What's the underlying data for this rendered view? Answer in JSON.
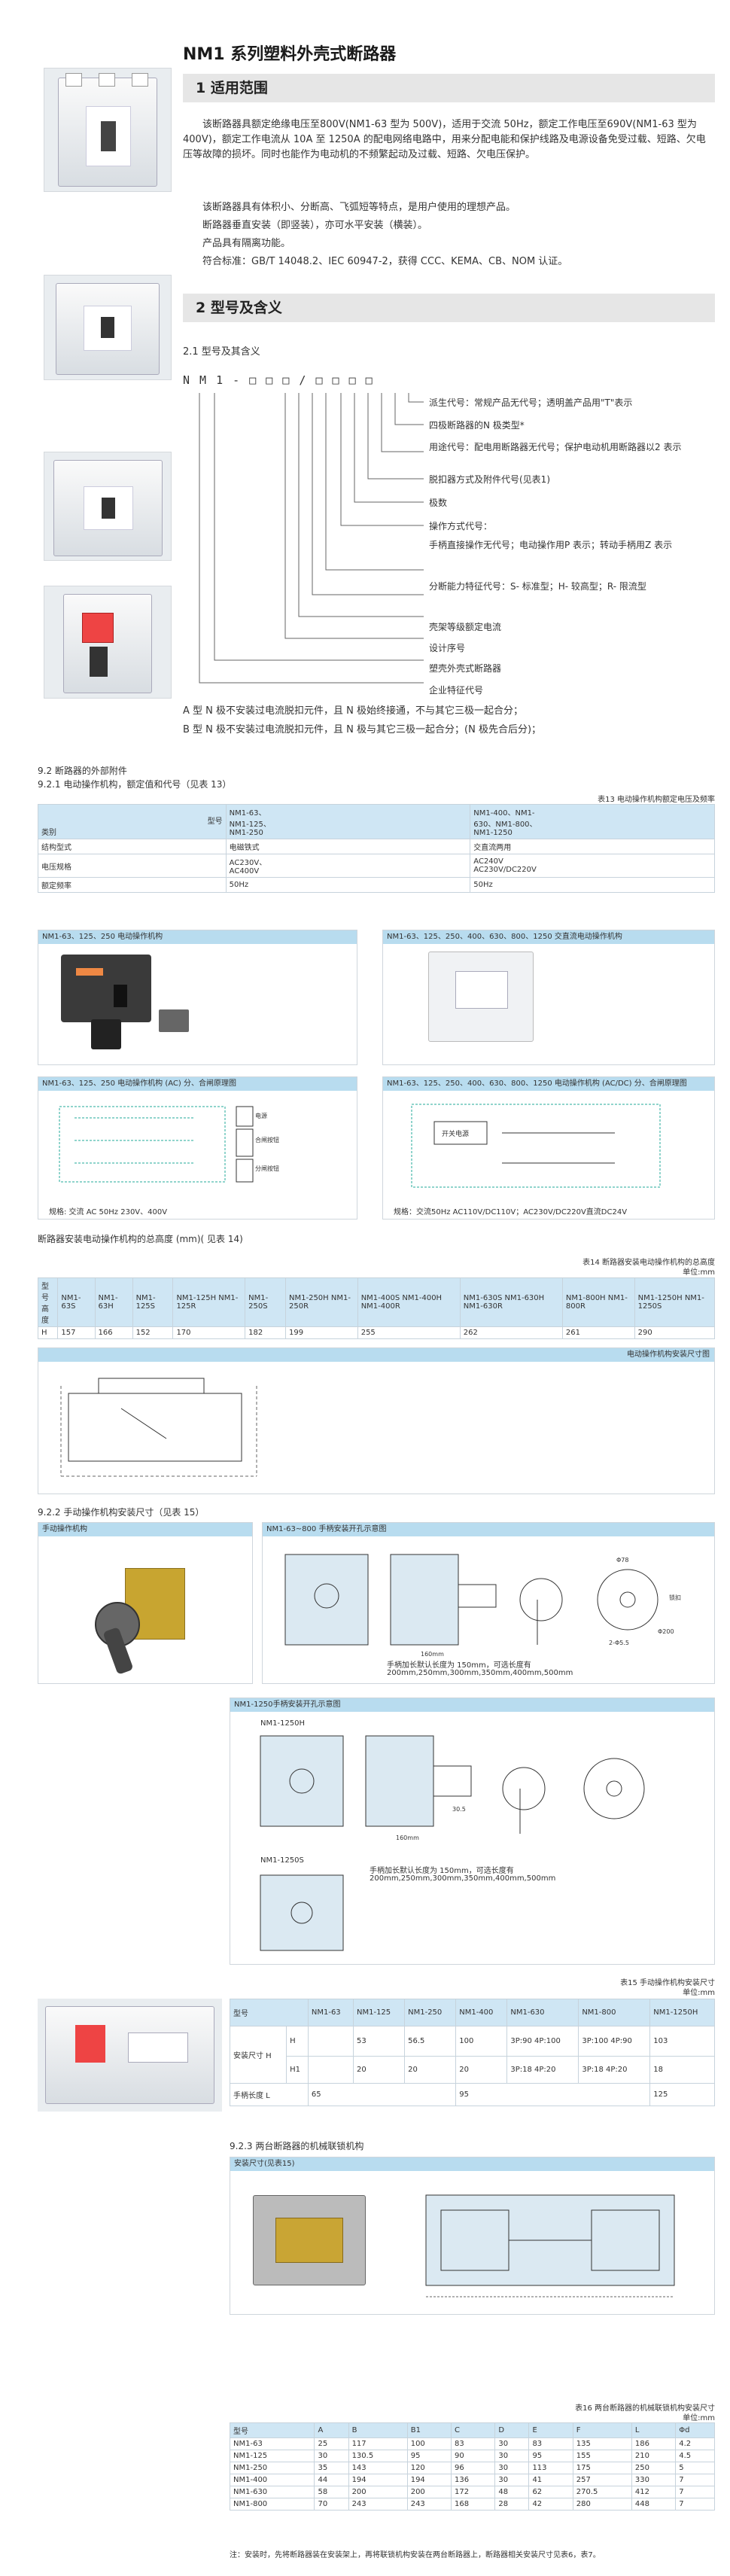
{
  "title": "NM1 系列塑料外壳式断路器",
  "sec1": {
    "heading": "1 适用范围",
    "p1": "该断路器具额定绝缘电压至800V(NM1-63 型为 500V)，适用于交流 50Hz，额定工作电压至690V(NM1-63 型为 400V)，额定工作电流从 10A 至 1250A 的配电网络电路中，用来分配电能和保护线路及电源设备免受过载、短路、欠电压等故障的损坏。同时也能作为电动机的不频繁起动及过载、短路、欠电压保护。",
    "p2": "该断路器具有体积小、分断高、飞弧短等特点，是用户使用的理想产品。",
    "p3": "断路器垂直安装（即竖装），亦可水平安装（横装）。",
    "p4": "产品具有隔离功能。",
    "p5": "符合标准：GB/T 14048.2、IEC 60947-2，获得 CCC、KEMA、CB、NOM 认证。"
  },
  "sec2": {
    "heading": "2 型号及含义",
    "sub": "2.1 型号及其含义",
    "code": "N M 1 - □ □ □ / □ □ □ □",
    "labels": [
      "派生代号：常规产品无代号；透明盖产品用\"T\"表示",
      "四极断路器的N 极类型*",
      "用途代号：配电用断路器无代号；保护电动机用断路器以2 表示",
      "脱扣器方式及附件代号(见表1)",
      "极数",
      "操作方式代号：",
      "手柄直接操作无代号；电动操作用P 表示；转动手柄用Z 表示",
      "分断能力特征代号：S- 标准型；H- 较高型；R- 限流型",
      "壳架等级额定电流",
      "设计序号",
      "塑壳外壳式断路器",
      "企业特征代号"
    ],
    "noteA": "A 型 N 极不安装过电流脱扣元件，且 N 极始终接通，不与其它三极一起合分；",
    "noteB": "B 型 N 极不安装过电流脱扣元件，且 N 极与其它三极一起合分；(N 极先合后分)；"
  },
  "sec92": {
    "title": "9.2 断路器的外部附件",
    "sub921": "9.2.1 电动操作机构，额定值和代号（见表 13）",
    "t13_caption": "表13 电动操作机构额定电压及频率",
    "t13_head": [
      "型号",
      "NM1-63、NM1-125、NM1-250",
      "NM1-400、NM1-630、NM1-800、NM1-1250"
    ],
    "t13_corner": "类别",
    "t13_rows": [
      [
        "结构型式",
        "电磁铁式",
        "交直流两用"
      ],
      [
        "电压规格",
        "AC230V、AC400V",
        "AC240V、AC230V/DC220V"
      ],
      [
        "额定频率",
        "50Hz",
        "50Hz"
      ]
    ],
    "t13_n1": "NM1-63、",
    "t13_n2": "NM1-125、",
    "t13_n3": "NM1-250",
    "t13_m1": "NM1-400、NM1-",
    "t13_m2": "630、NM1-800、",
    "t13_m3": "NM1-1250",
    "t13_v1a": "AC230V、",
    "t13_v1b": "AC400V",
    "t13_v2a": "AC240V",
    "t13_v2b": "AC230V/DC220V",
    "panel_a_title": "NM1-63、125、250 电动操作机构",
    "panel_b_title": "NM1-63、125、250、400、630、800、1250 交直流电动操作机构",
    "panel_c_title": "NM1-63、125、250 电动操作机构 (AC) 分、合闸原理图",
    "panel_d_title": "NM1-63、125、250、400、630、800、1250 电动操作机构 (AC/DC) 分、合闸原理图",
    "panel_c_spec": "规格: 交流 AC 50Hz 230V、400V",
    "panel_d_spec": "规格：交流50Hz AC110V/DC110V；AC230V/DC220V直流DC24V",
    "diagC_labels": [
      "电源",
      "合闸按钮",
      "分闸按钮"
    ],
    "diagD_labels": [
      "开关电源"
    ],
    "t14_title": "断路器安装电动操作机构的总高度 (mm)( 见表 14)",
    "t14_caption": "表14 断路器安装电动操作机构的总高度",
    "t14_unit": "单位:mm",
    "t14_head": [
      "型号\n高度",
      "NM1-63S",
      "NM1-63H",
      "NM1-125S",
      "NM1-125H NM1-125R",
      "NM1-250S",
      "NM1-250H NM1-250R",
      "NM1-400S NM1-400H NM1-400R",
      "NM1-630S NM1-630H NM1-630R",
      "NM1-800H NM1-800R",
      "NM1-1250H NM1-1250S"
    ],
    "t14_row": [
      "H",
      "157",
      "166",
      "152",
      "170",
      "182",
      "199",
      "255",
      "262",
      "261",
      "290"
    ],
    "mount_bar": "电动操作机构安装尺寸图",
    "sub922": "9.2.2 手动操作机构安装尺寸（见表 15）",
    "manual_bar": "手动操作机构",
    "dim_bar1": "NM1-63~800 手柄安装开孔示意图",
    "dim_note1a": "手柄加长默认长度为 150mm，可选长度有",
    "dim_note1b": "200mm,250mm,300mm,350mm,400mm,500mm",
    "dim_bar2": "NM1-1250手柄安装开孔示意图",
    "dim_label_1250h": "NM1-1250H",
    "dim_label_1250s": "NM1-1250S",
    "dim_note2a": "手柄加长默认长度为 150mm，可选长度有",
    "dim_note2b": "200mm,250mm,300mm,350mm,400mm,500mm",
    "dim_texts": [
      "160mm",
      "Φ78",
      "2-Φ5.5",
      "Φ200",
      "锁扣",
      "30.5"
    ],
    "t15_caption": "表15 手动操作机构安装尺寸",
    "t15_unit": "单位:mm",
    "t15_head": [
      "型号",
      "NM1-63",
      "NM1-125",
      "NM1-250",
      "NM1-400",
      "NM1-630",
      "NM1-800",
      "NM1-1250H"
    ],
    "t15_rows": [
      [
        "安装尺寸 H",
        "H",
        "",
        "53",
        "56.5",
        "100",
        "3P:90 4P:100",
        "3P:100 4P:90",
        "103"
      ],
      [
        "",
        "H1",
        "",
        "20",
        "20",
        "20",
        "3P:18 4P:20",
        "3P:18 4P:20",
        "18"
      ],
      [
        "手柄长度 L",
        "",
        "65",
        "",
        "",
        "95",
        "",
        "",
        "125"
      ]
    ],
    "sub923": "9.2.3 两台断路器的机械联锁机构",
    "interlock_bar": "安装尺寸(见表15)",
    "t16_caption": "表16 两台断路器的机械联锁机构安装尺寸",
    "t16_unit": "单位:mm",
    "t16_head": [
      "型号",
      "A",
      "B",
      "B1",
      "C",
      "D",
      "E",
      "F",
      "L",
      "Φd"
    ],
    "t16_rows": [
      [
        "NM1-63",
        "25",
        "117",
        "100",
        "83",
        "30",
        "83",
        "135",
        "186",
        "4.2"
      ],
      [
        "NM1-125",
        "30",
        "130.5",
        "95",
        "90",
        "30",
        "95",
        "155",
        "210",
        "4.5"
      ],
      [
        "NM1-250",
        "35",
        "143",
        "120",
        "96",
        "30",
        "113",
        "175",
        "250",
        "5"
      ],
      [
        "NM1-400",
        "44",
        "194",
        "194",
        "136",
        "30",
        "41",
        "257",
        "330",
        "7"
      ],
      [
        "NM1-630",
        "58",
        "200",
        "200",
        "172",
        "48",
        "62",
        "270.5",
        "412",
        "7"
      ],
      [
        "NM1-800",
        "70",
        "243",
        "243",
        "168",
        "28",
        "42",
        "280",
        "448",
        "7"
      ]
    ],
    "t16_note": "注：安装时，先将断路器装在安装架上，再将联锁机构安装在两台断路器上，断路器相关安装尺寸见表6，表7。"
  }
}
